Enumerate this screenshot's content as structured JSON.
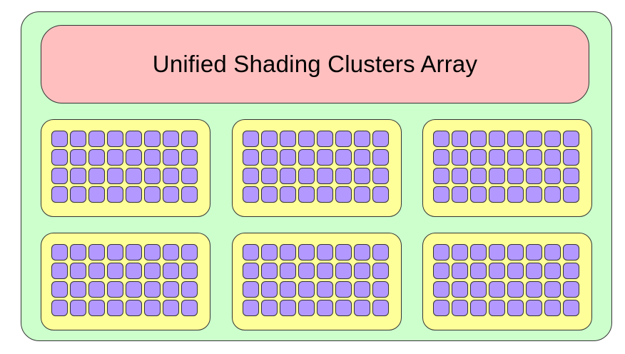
{
  "diagram": {
    "title": "Unified Shading Clusters Array",
    "cluster_rows": 2,
    "cluster_cols": 3,
    "cores_per_cluster_rows": 4,
    "cores_per_cluster_cols": 8
  },
  "colors": {
    "outer_fill": "#ccffcc",
    "header_fill": "#ffbfbf",
    "cluster_fill": "#ffff99",
    "core_fill": "#b399ff",
    "stroke": "#333333"
  }
}
